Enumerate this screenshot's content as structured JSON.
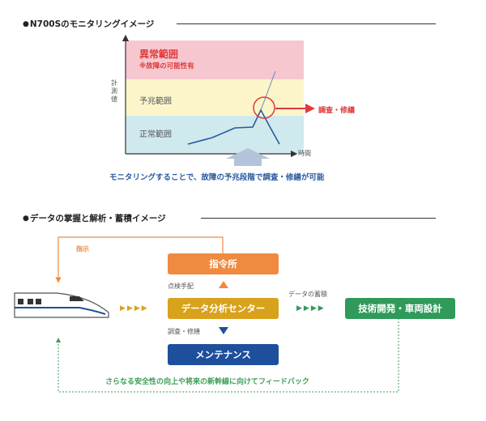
{
  "section1": {
    "title": "N700Sのモニタリングイメージ",
    "zones": {
      "abnormal": "異常範囲",
      "abnormal_note": "※故障の可能性有",
      "precursor": "予兆範囲",
      "normal": "正常範囲"
    },
    "y_axis_label": [
      "計",
      "測",
      "値"
    ],
    "x_axis_label": "時間",
    "callout": "調査・修繕",
    "caption": "モニタリングすることで、故障の予兆段階で調査・修繕が可能"
  },
  "section2": {
    "title": "データの掌握と解析・蓄積イメージ",
    "instruction_label": "指示",
    "command_box": "指令所",
    "inspection_label": "点検手配",
    "data_center_box": "データ分析センター",
    "accumulation_label": "データの蓄積",
    "tech_box": "技術開発・車両設計",
    "survey_label": "調査・修繕",
    "maintenance_box": "メンテナンス",
    "feedback": "さらなる安全性の向上や将来の新幹線に向けてフィードバック"
  },
  "colors": {
    "abnormal_zone": "#f6c7cf",
    "precursor_zone": "#fbf5c9",
    "normal_zone": "#cfe9ef",
    "alert_red": "#e03a3a",
    "orange": "#f08a40",
    "gold": "#d9a21c",
    "green": "#2f9a5a",
    "navy": "#1d4f9c",
    "blue_text": "#2a5aa0",
    "feedback_green": "#3a9e55"
  }
}
